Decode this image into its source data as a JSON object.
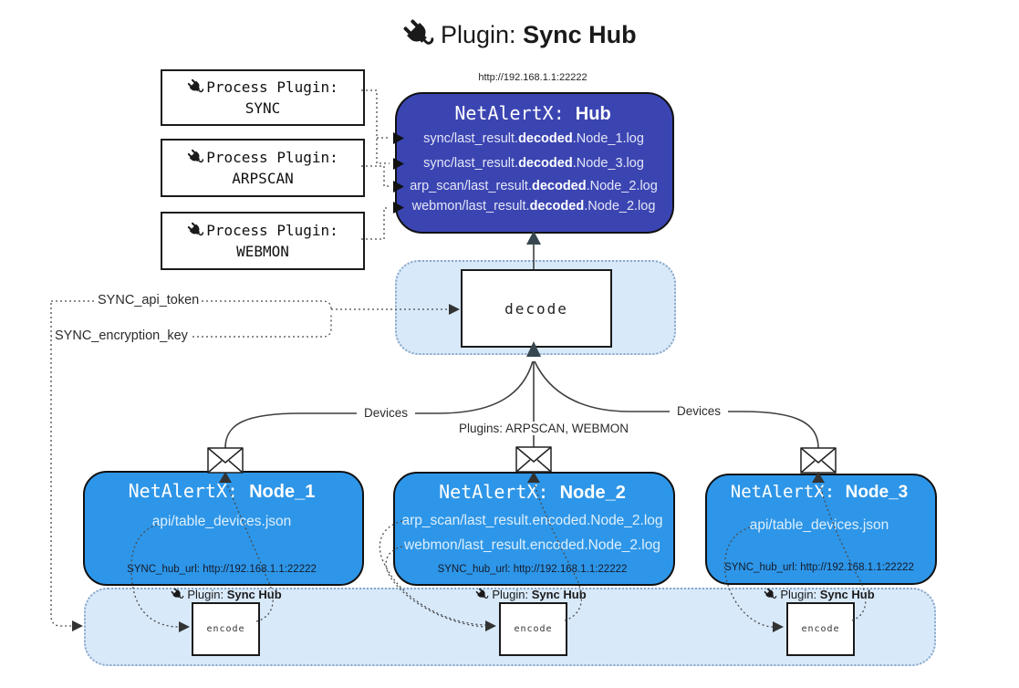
{
  "title": {
    "prefix": "Plugin: ",
    "bold": "Sync Hub"
  },
  "process_plugins": [
    {
      "label": "Process Plugin:",
      "name": "SYNC"
    },
    {
      "label": "Process Plugin:",
      "name": "ARPSCAN"
    },
    {
      "label": "Process Plugin:",
      "name": "WEBMON"
    }
  ],
  "hub": {
    "url": "http://192.168.1.1:22222",
    "title_prefix": "NetAlertX: ",
    "title_name": "Hub",
    "logs": [
      {
        "pre": "sync/last_result.",
        "bold": "decoded",
        "post": ".Node_1.log"
      },
      {
        "pre": "sync/last_result.",
        "bold": "decoded",
        "post": ".Node_3.log"
      },
      {
        "pre": "arp_scan/last_result.",
        "bold": "decoded",
        "post": ".Node_2.log"
      },
      {
        "pre": "webmon/last_result.",
        "bold": "decoded",
        "post": ".Node_2.log"
      }
    ]
  },
  "decode": {
    "label": "decode"
  },
  "connector_labels": {
    "sync_api_token": "SYNC_api_token",
    "sync_encryption_key": "SYNC_encryption_key",
    "devices_left": "Devices",
    "plugins_center": "Plugins: ARPSCAN, WEBMON",
    "devices_right": "Devices"
  },
  "nodes": [
    {
      "title_prefix": "NetAlertX: ",
      "name": "Node_1",
      "lines": [
        "api/table_devices.json"
      ],
      "footer": "SYNC_hub_url: http://192.168.1.1:22222"
    },
    {
      "title_prefix": "NetAlertX: ",
      "name": "Node_2",
      "lines": [
        "arp_scan/last_result.encoded.Node_2.log",
        "webmon/last_result.encoded.Node_2.log"
      ],
      "footer": "SYNC_hub_url: http://192.168.1.1:22222"
    },
    {
      "title_prefix": "NetAlertX: ",
      "name": "Node_3",
      "lines": [
        "api/table_devices.json"
      ],
      "footer": "SYNC_hub_url: http://192.168.1.1:22222"
    }
  ],
  "encoders": [
    {
      "label_prefix": "Plugin: ",
      "label_bold": "Sync Hub",
      "box": "encode"
    },
    {
      "label_prefix": "Plugin: ",
      "label_bold": "Sync Hub",
      "box": "encode"
    },
    {
      "label_prefix": "Plugin: ",
      "label_bold": "Sync Hub",
      "box": "encode"
    }
  ],
  "colors": {
    "hub_fill": "#3b45b2",
    "node_fill": "#2e96e8",
    "container_fill": "#d8e9fa",
    "container_border": "#8aa7c8",
    "line": "#3f3f3f",
    "arrow_dark": "#37474f"
  }
}
